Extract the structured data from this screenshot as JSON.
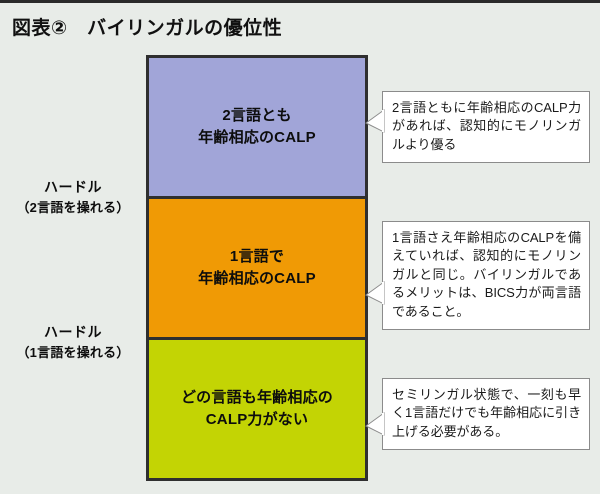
{
  "figure": {
    "title": "図表②　バイリンガルの優位性",
    "background_color": "#e8ece8",
    "border_color": "#2f2f2f"
  },
  "blocks": [
    {
      "id": "top",
      "label": "2言語とも\n年齢相応のCALP",
      "color": "#a1a5d8"
    },
    {
      "id": "middle",
      "label": "1言語で\n年齢相応のCALP",
      "color": "#f09a05"
    },
    {
      "id": "bottom",
      "label": "どの言語も年齢相応の\nCALP力がない",
      "color": "#c3d404"
    }
  ],
  "hurdles": [
    {
      "id": "upper",
      "title": "ハードル",
      "subtitle": "（2言語を操れる）"
    },
    {
      "id": "lower",
      "title": "ハードル",
      "subtitle": "（1言語を操れる）"
    }
  ],
  "callouts": [
    {
      "id": "top",
      "text": "2言語ともに年齢相応のCALP力があれば、認知的にモノリンガルより優る"
    },
    {
      "id": "middle",
      "text": "1言語さえ年齢相応のCALPを備えていれば、認知的にモノリンガルと同じ。バイリンガルであるメリットは、BICS力が両言語であること。"
    },
    {
      "id": "bottom",
      "text": "セミリンガル状態で、一刻も早く1言語だけでも年齢相応に引き上げる必要がある。"
    }
  ]
}
